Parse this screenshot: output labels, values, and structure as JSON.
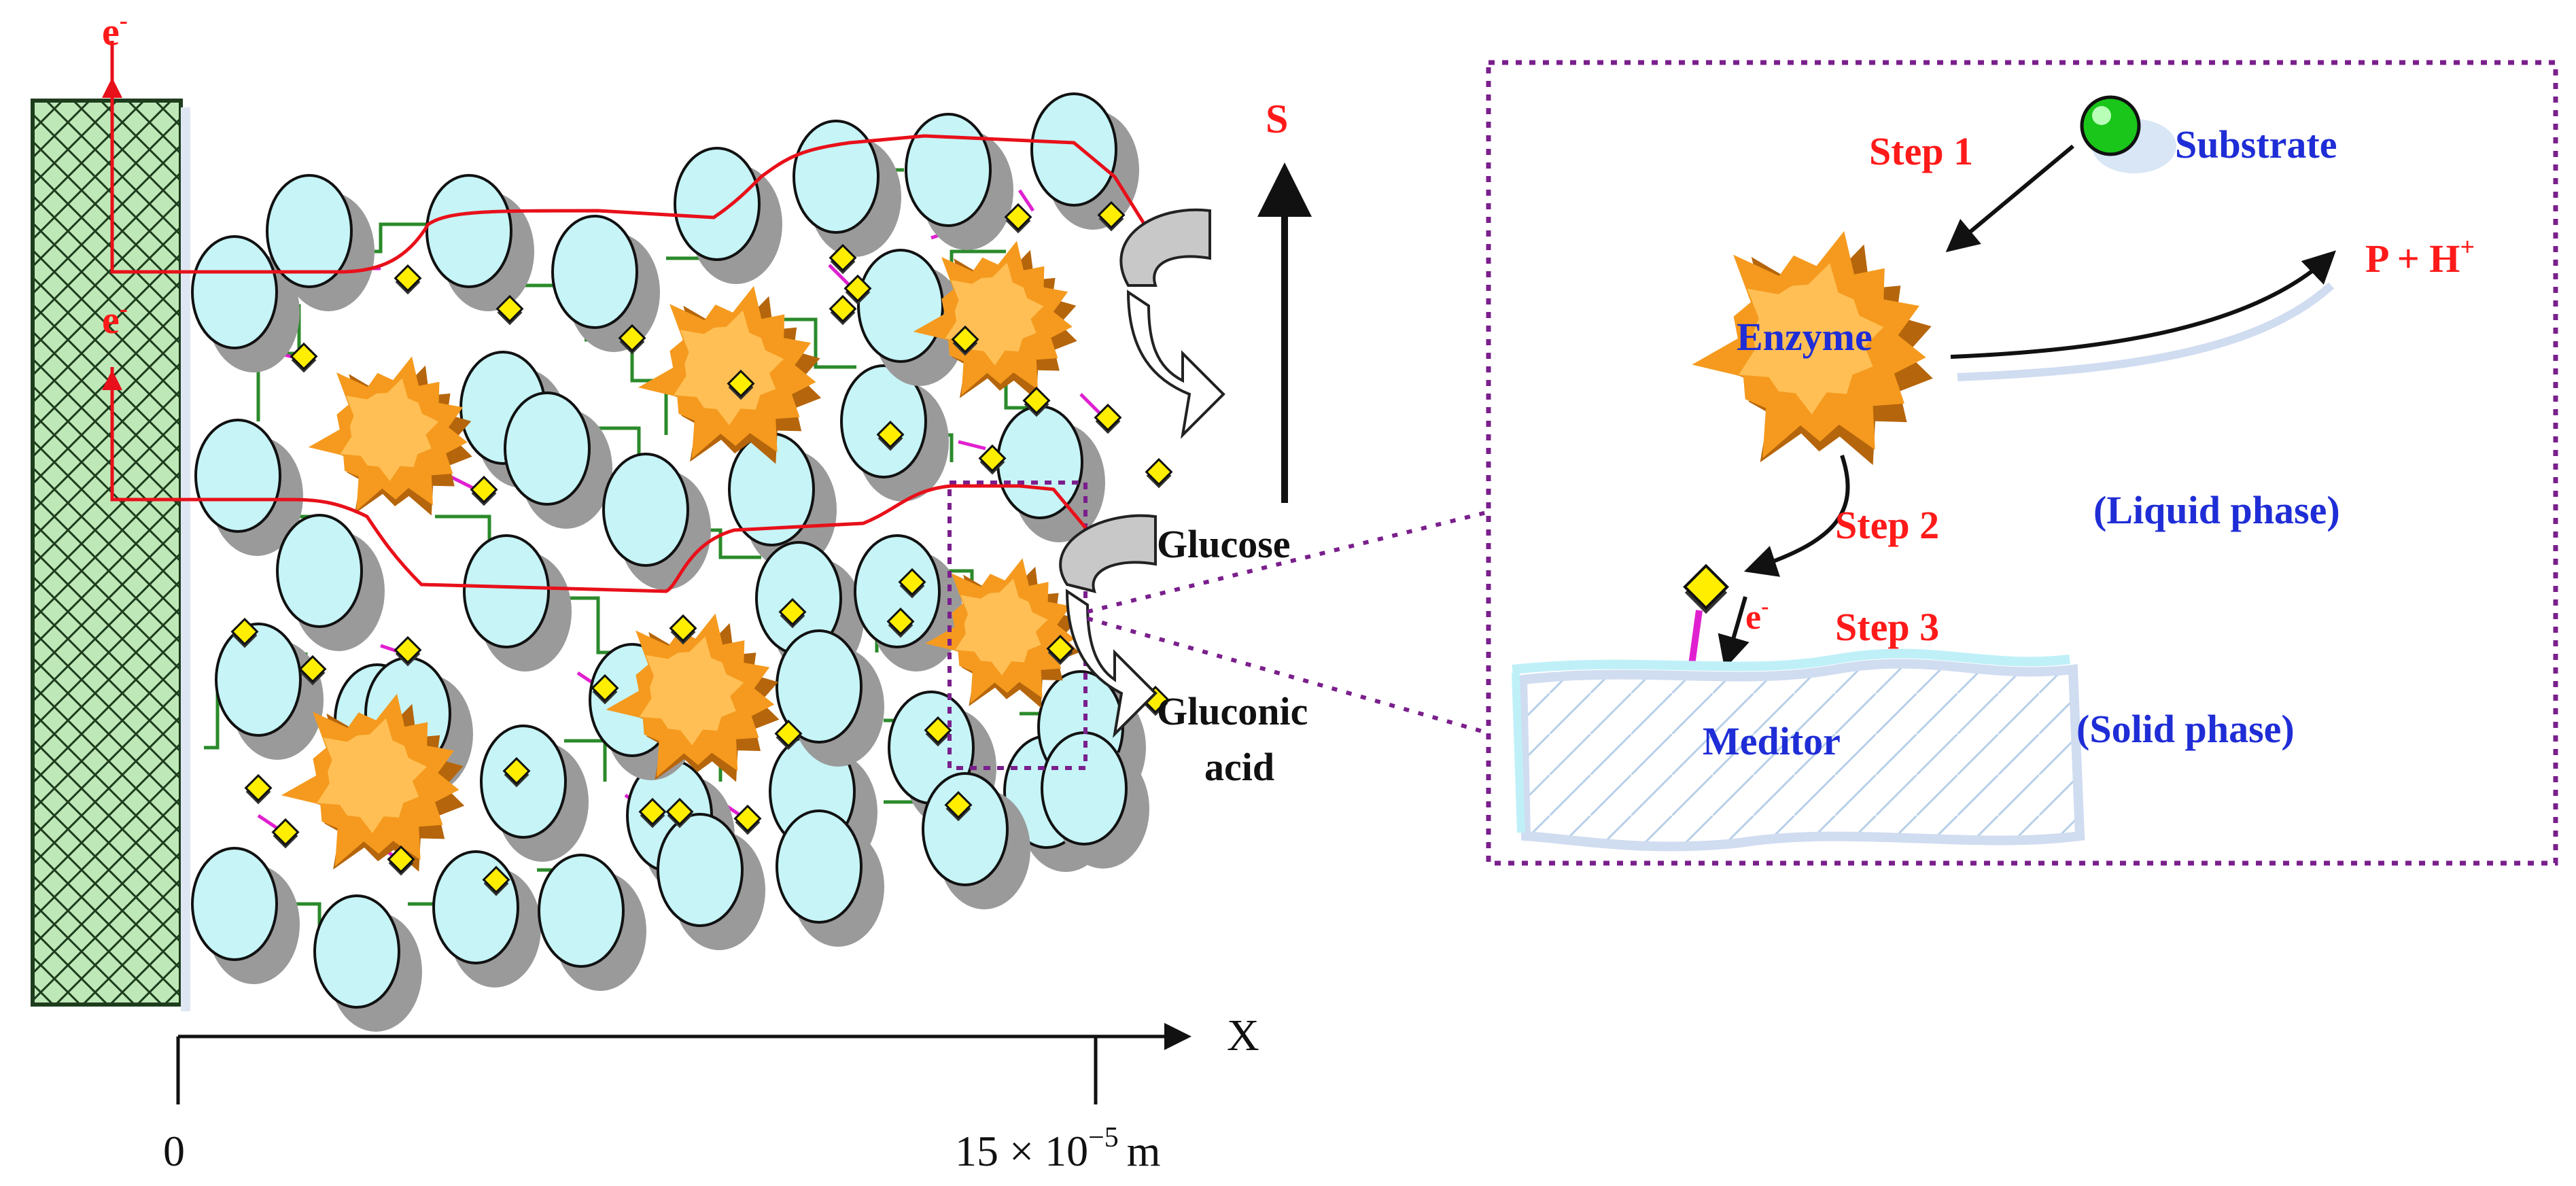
{
  "labels": {
    "electron_top": "e",
    "electron_mid": "e",
    "electron_sup": "-",
    "s_axis": "S",
    "x_axis": "X",
    "x_origin": "0",
    "x_end": "15 × 10",
    "x_end_exp": "−5",
    "x_end_unit": "m",
    "glucose": "Glucose",
    "gluconic_1": "Gluconic",
    "gluconic_2": "acid"
  },
  "inset": {
    "step1": "Step 1",
    "step2": "Step 2",
    "step3": "Step 3",
    "substrate": "Substrate",
    "product": "P + H",
    "product_sup": "+",
    "enzyme": "Enzyme",
    "liquid_phase": "(Liquid phase)",
    "solid_phase": "(Solid phase)",
    "mediator": "Meditor",
    "electron": "e",
    "electron_sup": "-"
  },
  "colors": {
    "electron_path": "#e8101a",
    "mediator_particle": "#c6f4f7",
    "enzyme": "#f59a1e",
    "inset_border": "#7a1f8c",
    "linker": "#2a8a2a",
    "mediator_bond": "#e020d0",
    "mediator_marker": "#ffee00"
  }
}
